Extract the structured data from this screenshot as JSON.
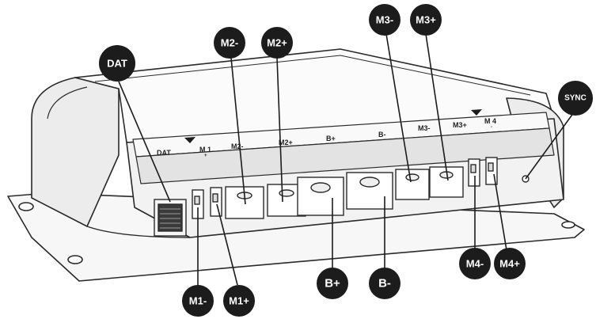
{
  "colors": {
    "outline": "#2a2a2a",
    "body_fill": "#f4f4f4",
    "top_fill": "#fbfbfb",
    "shade": "#d9d9d9",
    "callout": "#1c1c1c",
    "callout_text": "#ffffff"
  },
  "body_labels": {
    "dat": "DAT",
    "m1": "M 1",
    "m2minus": "M2-",
    "m2plus": "M2+",
    "bplus": "B+",
    "bminus": "B-",
    "m3minus": "M3-",
    "m3plus": "M3+",
    "m4": "M 4",
    "plus_small": "+",
    "minus_small": "-"
  },
  "callouts": {
    "dat": "DAT",
    "m2minus": "M2-",
    "m2plus": "M2+",
    "m3minus": "M3-",
    "m3plus": "M3+",
    "sync": "SYNC",
    "m1minus": "M1-",
    "m1plus": "M1+",
    "bplus": "B+",
    "bminus": "B-",
    "m4minus": "M4-",
    "m4plus": "M4+"
  }
}
